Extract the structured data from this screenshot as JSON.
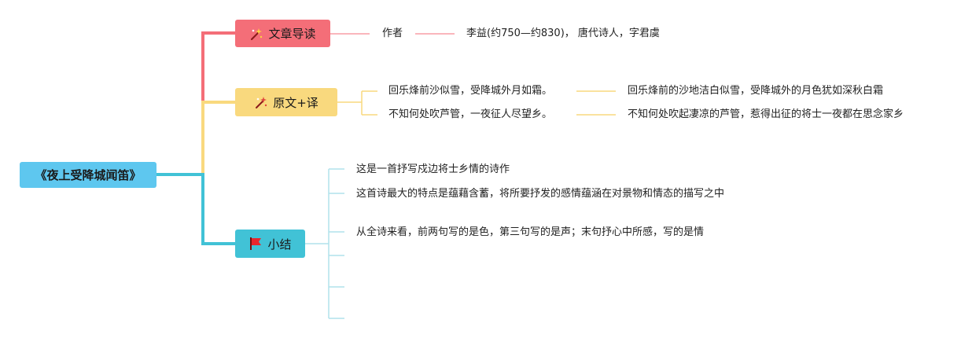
{
  "root": {
    "label": "《夜上受降城闻笛》"
  },
  "branches": {
    "intro": {
      "label": "文章导读",
      "icon": "sparkle-wand-icon",
      "color": "#f46e78",
      "items": [
        {
          "key": "作者",
          "value": "李益(约750—约830)， 唐代诗人，字君虞"
        }
      ]
    },
    "original": {
      "label": "原文+译",
      "icon": "sparkle-wand-icon",
      "color": "#f9d97e",
      "items": [
        {
          "text": "回乐烽前沙似雪，受降城外月如霜。",
          "translation": "回乐烽前的沙地洁白似雪，受降城外的月色犹如深秋白霜"
        },
        {
          "text": "不知何处吹芦管，一夜征人尽望乡。",
          "translation": "不知何处吹起凄凉的芦管，惹得出征的将士一夜都在思念家乡"
        }
      ]
    },
    "summary": {
      "label": "小结",
      "icon": "red-flag-icon",
      "color": "#41c2d6",
      "items": [
        "这是一首抒写戍边将士乡情的诗作",
        "这首诗最大的特点是蕴藉含蓄，将所要抒发的感情蕴涵在对景物和情态的描写之中",
        "从全诗来看，前两句写的是色，第三句写的是声；末句抒心中所感，写的是情",
        "",
        "",
        ""
      ]
    }
  }
}
